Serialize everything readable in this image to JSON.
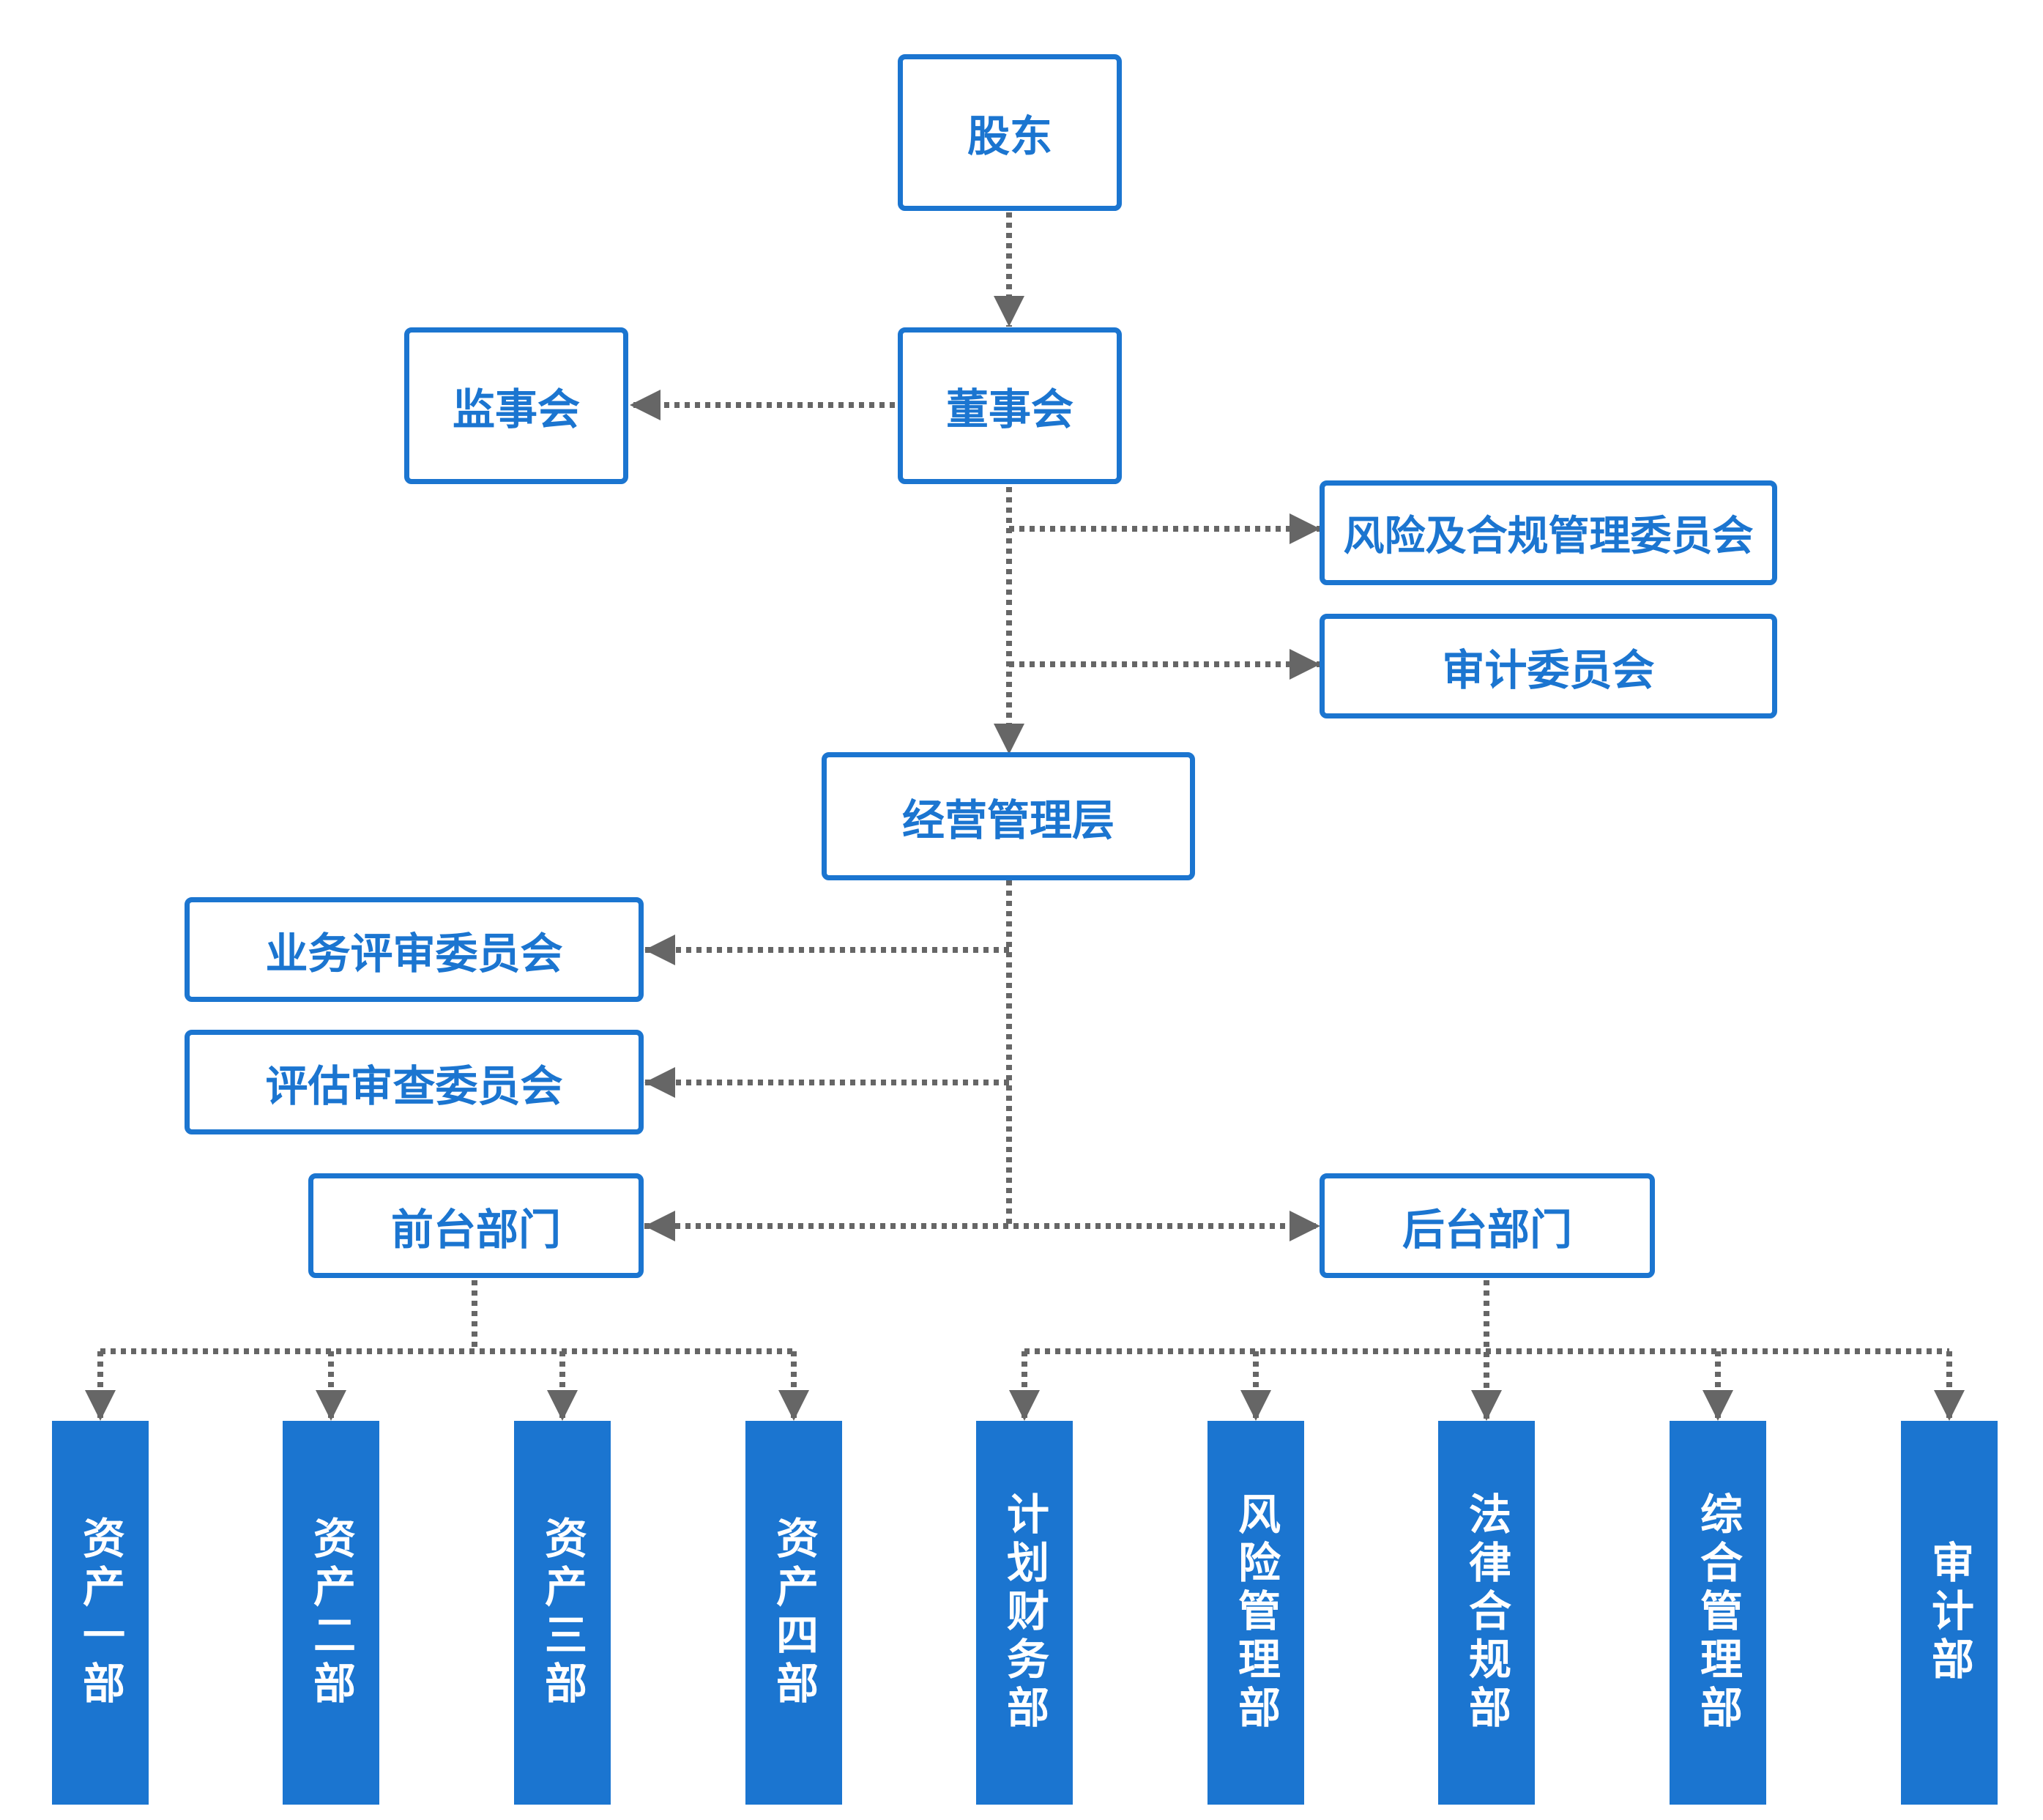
{
  "colors": {
    "accent": "#1B75D0",
    "connector": "#666666",
    "background": "#FFFFFF"
  },
  "nodes": {
    "shareholders": "股东",
    "board": "董事会",
    "supervisory_board": "监事会",
    "risk_compliance_committee": "风险及合规管理委员会",
    "audit_committee": "审计委员会",
    "management": "经营管理层",
    "business_review_committee": "业务评审委员会",
    "valuation_review_committee": "评估审查委员会",
    "front_office": "前台部门",
    "back_office": "后台部门"
  },
  "departments": {
    "asset_1": "资产一部",
    "asset_2": "资产二部",
    "asset_3": "资产三部",
    "asset_4": "资产四部",
    "planning_finance": "计划财务部",
    "risk_management": "风险管理部",
    "legal_compliance": "法律合规部",
    "general_management": "综合管理部",
    "audit": "审计部"
  }
}
